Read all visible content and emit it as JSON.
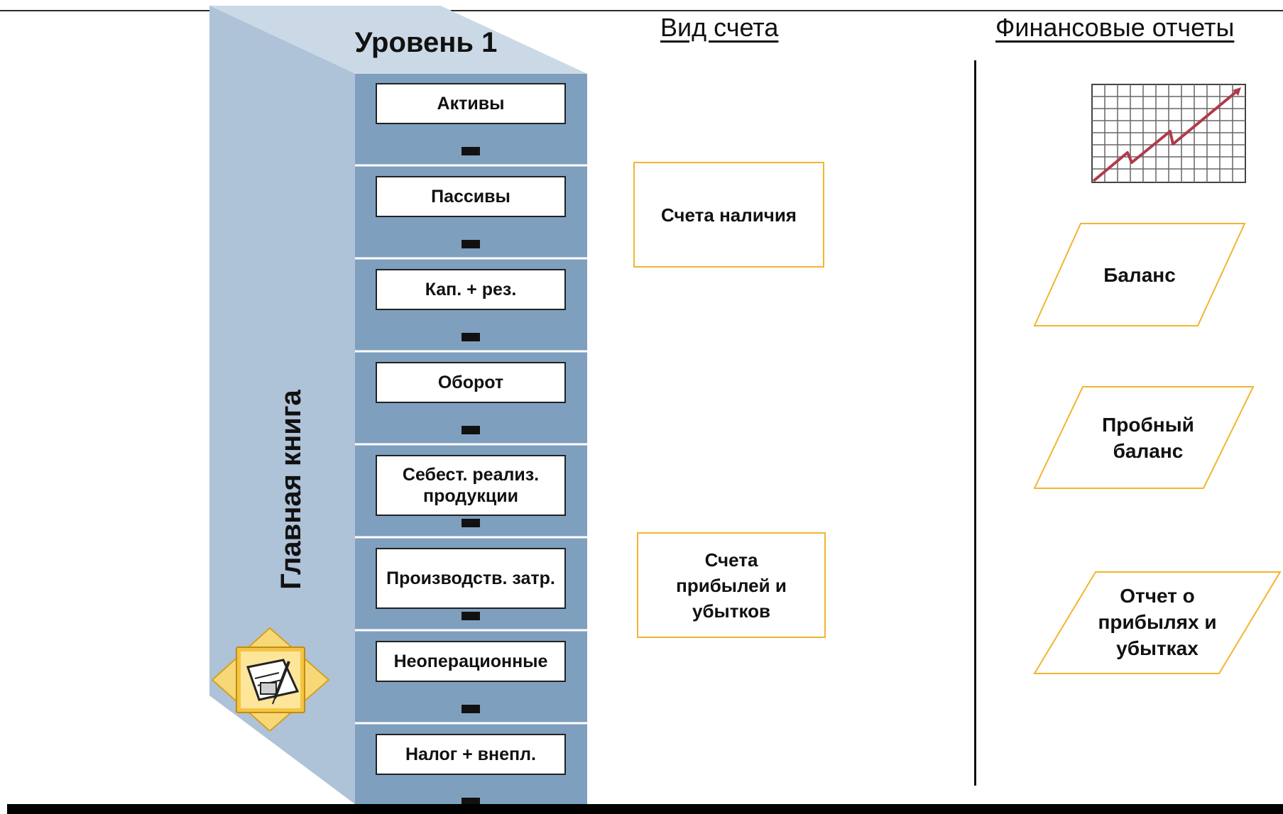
{
  "level": {
    "title": "Уровень 1"
  },
  "ledger": {
    "label": "Главная книга"
  },
  "drawers": [
    {
      "label": "Активы"
    },
    {
      "label": "Пассивы"
    },
    {
      "label": "Кап. + рез."
    },
    {
      "label": "Оборот"
    },
    {
      "label": "Себест. реализ. продукции"
    },
    {
      "label": "Производств. затр."
    },
    {
      "label": "Неоперационные"
    },
    {
      "label": "Налог + внепл."
    }
  ],
  "headers": {
    "account_type": "Вид счета",
    "financial_reports": "Финансовые отчеты"
  },
  "account_types": {
    "cash": "Счета наличия",
    "pl": "Счета прибылей и убытков"
  },
  "reports": {
    "balance": "Баланс",
    "trial_balance": "Пробный баланс",
    "pl_report": "Отчет о прибылях и убытках"
  },
  "icons": {
    "ledger": "notebook-pen-icon",
    "chart": "growth-chart-icon"
  },
  "colors": {
    "cabinet_side": "#b0c4d9",
    "cabinet_top": "#cbd9e7",
    "drawer_front": "#7f9fbe",
    "drawer_separator": "#ffffff",
    "bracket": "#c8c8c8",
    "highlight_border": "#f2b530",
    "chart_line": "#b03a4a",
    "icon_gold": "#f4c542"
  }
}
